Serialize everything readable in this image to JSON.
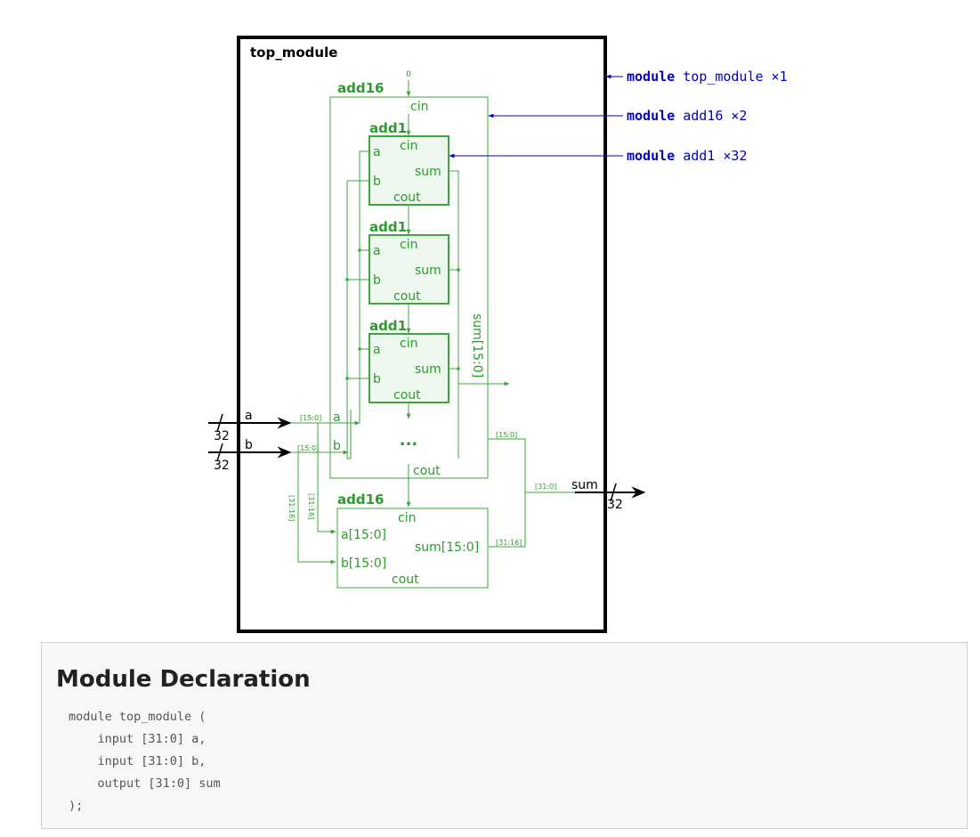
{
  "diagram": {
    "top_label": "top_module",
    "cin_zero": "0",
    "add16_label": "add16",
    "add1_label": "add1",
    "port_cin": "cin",
    "port_a": "a",
    "port_b": "b",
    "port_sum": "sum",
    "port_cout": "cout",
    "ellipsis": "...",
    "sum_bus_label": "sum[15:0]",
    "input_a": "a",
    "input_b": "b",
    "output_sum": "sum",
    "width_32": "32",
    "bus_15_0": "[15:0]",
    "bus_31_16": "[31:16]",
    "bus_31_0": "[31:0]",
    "add16b_a": "a[15:0]",
    "add16b_b": "b[15:0]",
    "add16b_sum": "sum[15:0]"
  },
  "annotations": [
    {
      "keyword": "module",
      "rest": " top_module ×1"
    },
    {
      "keyword": "module",
      "rest": " add16 ×2"
    },
    {
      "keyword": "module",
      "rest": " add1 ×32"
    }
  ],
  "colors": {
    "green": "#3aa93a",
    "blue": "#0000c8"
  },
  "declaration": {
    "heading": "Module Declaration",
    "code": "module top_module (\n    input [31:0] a,\n    input [31:0] b,\n    output [31:0] sum\n);"
  }
}
